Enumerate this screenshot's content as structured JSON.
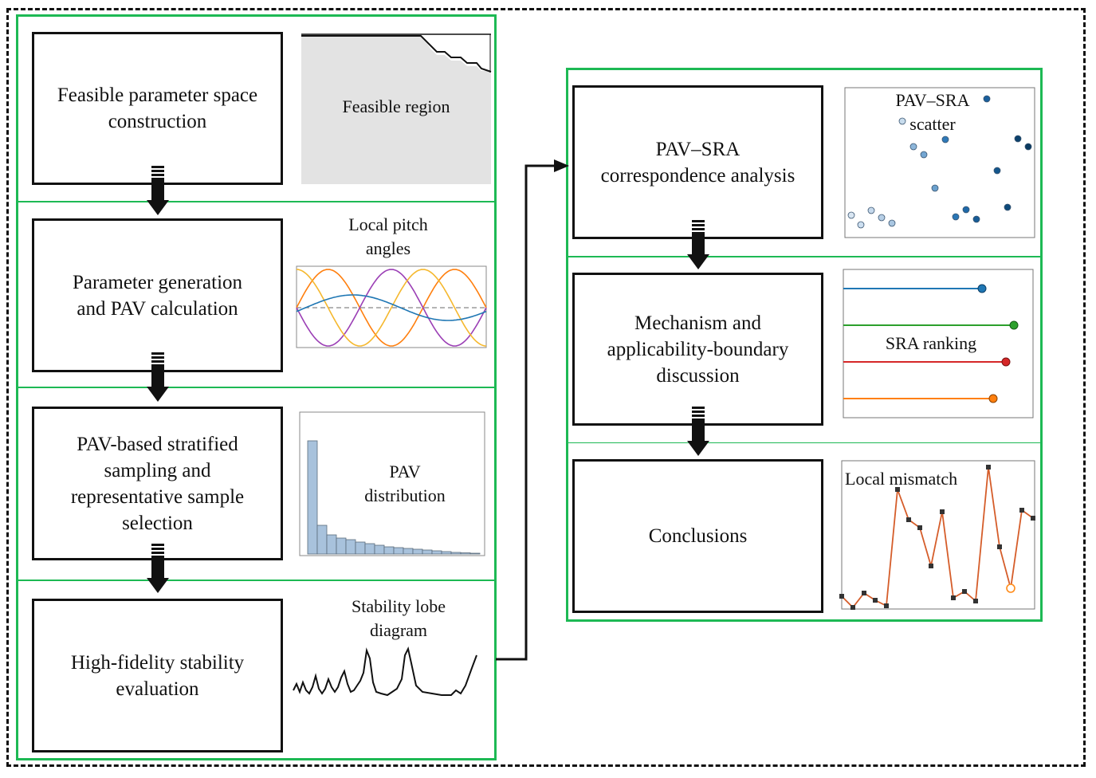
{
  "left_steps": [
    {
      "label": "Feasible parameter space\nconstruction",
      "thumb_label": "Feasible region"
    },
    {
      "label": "Parameter generation\nand PAV calculation",
      "thumb_label": "Local pitch\nangles"
    },
    {
      "label": "PAV-based stratified\nsampling and\nrepresentative sample\nselection",
      "thumb_label": "PAV\ndistribution"
    },
    {
      "label": "High-fidelity stability\nevaluation",
      "thumb_label": "Stability lobe\ndiagram"
    }
  ],
  "right_steps": [
    {
      "label": "PAV–SRA\ncorrespondence analysis",
      "thumb_label": "PAV–SRA\nscatter"
    },
    {
      "label": "Mechanism and\napplicability-boundary\ndiscussion",
      "thumb_label": "SRA ranking"
    },
    {
      "label": "Conclusions",
      "thumb_label": "Local mismatch"
    }
  ],
  "colors": {
    "panel_border": "#1db954",
    "arrow": "#111111",
    "series": [
      "#1f77b4",
      "#2ca02c",
      "#d62728",
      "#ff7f0e",
      "#9b3fb5"
    ]
  }
}
